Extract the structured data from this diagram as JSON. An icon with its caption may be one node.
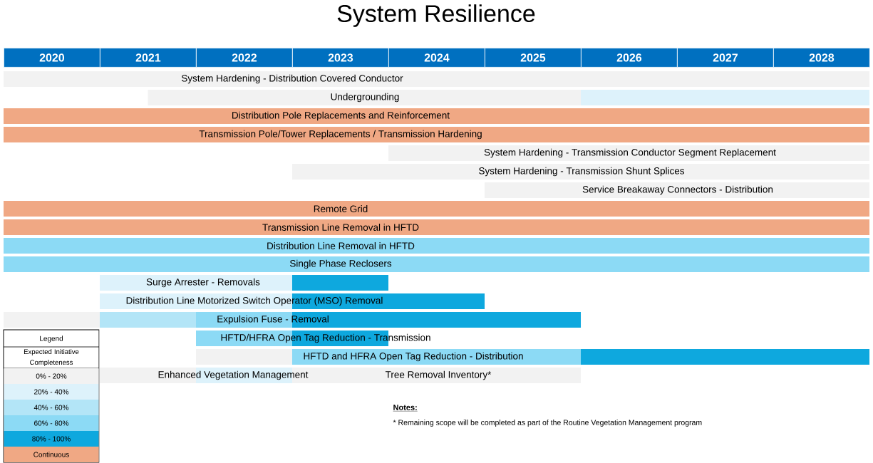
{
  "diagram": {
    "title": "System Resilience",
    "nodes": [
      {
        "text": [
          "System Hardening - Distribution Covered Conductor"
        ]
      },
      {
        "text": [
          "Undergrounding"
        ]
      },
      {
        "text": [
          "Distribution Pole Replacements and Reinforcement"
        ]
      },
      {
        "text": [
          "Transmission Pole/Tower Replacements / Transmission Hardening"
        ]
      },
      {
        "text": [
          "System Hardening - Transmission Conductor Segment Replacement"
        ]
      },
      {
        "text": [
          "System Hardening - Transmission Shunt Splices"
        ]
      },
      {
        "text": [
          "Service Breakaway Connectors - Distribution"
        ]
      },
      {
        "text": [
          "Remote Grid"
        ]
      },
      {
        "text": [
          "Transmission Line Removal in HFTD"
        ]
      },
      {
        "text": [
          "Distribution Line Removal in HFTD"
        ]
      },
      {
        "text": [
          "Single Phase Reclosers"
        ]
      },
      {
        "text": [
          "Surge Arrester - Removals"
        ]
      },
      {
        "text": [
          "Distribution Line Motorized Switch Operator (MSO) Removal"
        ]
      },
      {
        "text": [
          "Expulsion Fuse - Removal"
        ]
      },
      {
        "text": [
          "HFTD/HFRA Open Tag Reduction - Transmission"
        ]
      },
      {
        "text": [
          "HFTD and HFRA Open Tag Reduction - Distribution"
        ]
      },
      {
        "text": [
          "Enhanced Vegetation Management",
          "Tree Removal Inventory*"
        ]
      }
    ],
    "labels": [
      "2020",
      "2021",
      "2022",
      "2023",
      "2024",
      "2025",
      "2026",
      "2027",
      "2028",
      "Legend",
      "Expected Initiative Completeness",
      "Notes:",
      "* Remaining scope will be completed as part of the Routine Vegetation Management program"
    ],
    "legend": [
      {
        "text": "0% - 20%",
        "color": "#f2f2f2"
      },
      {
        "text": "20% - 40%",
        "color": "#ddf2fb"
      },
      {
        "text": "40% - 60%",
        "color": "#b3e5f7"
      },
      {
        "text": "60% - 80%",
        "color": "#8cdaf5"
      },
      {
        "text": "80% - 100%",
        "color": "#0ea8de"
      },
      {
        "text": "Continuous",
        "color": "#f0a884"
      }
    ]
  }
}
